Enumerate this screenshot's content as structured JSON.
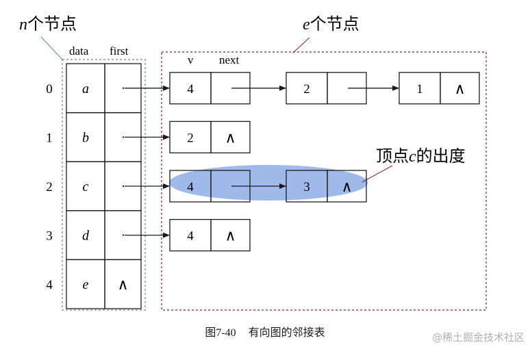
{
  "top_labels": {
    "n_nodes": {
      "var": "n",
      "text": "个节点"
    },
    "e_nodes": {
      "var": "e",
      "text": "个节点"
    }
  },
  "headers": {
    "data": "data",
    "first": "first",
    "v": "v",
    "next": "next"
  },
  "vertices": [
    {
      "index": "0",
      "data": "a",
      "first_null": false
    },
    {
      "index": "1",
      "data": "b",
      "first_null": false
    },
    {
      "index": "2",
      "data": "c",
      "first_null": false
    },
    {
      "index": "3",
      "data": "d",
      "first_null": false
    },
    {
      "index": "4",
      "data": "e",
      "first_null": true
    }
  ],
  "edge_lists": [
    [
      {
        "v": "4"
      },
      {
        "v": "2"
      },
      {
        "v": "1"
      }
    ],
    [
      {
        "v": "2"
      }
    ],
    [
      {
        "v": "4"
      },
      {
        "v": "3"
      }
    ],
    [
      {
        "v": "4"
      }
    ]
  ],
  "null_symbol": "∧",
  "annotation": {
    "pre": "顶点",
    "var": "c",
    "post": "的出度"
  },
  "caption": {
    "figure": "图7-40",
    "title": "有向图的邻接表"
  },
  "watermark": "@稀土掘金技术社区",
  "colors": {
    "line": "#1a1a1a",
    "vertex_box_border": "#5f8f86",
    "edge_box_border": "#8c1c2c",
    "highlight": "#9fb9ea",
    "watermark": "#b0b0b0"
  }
}
